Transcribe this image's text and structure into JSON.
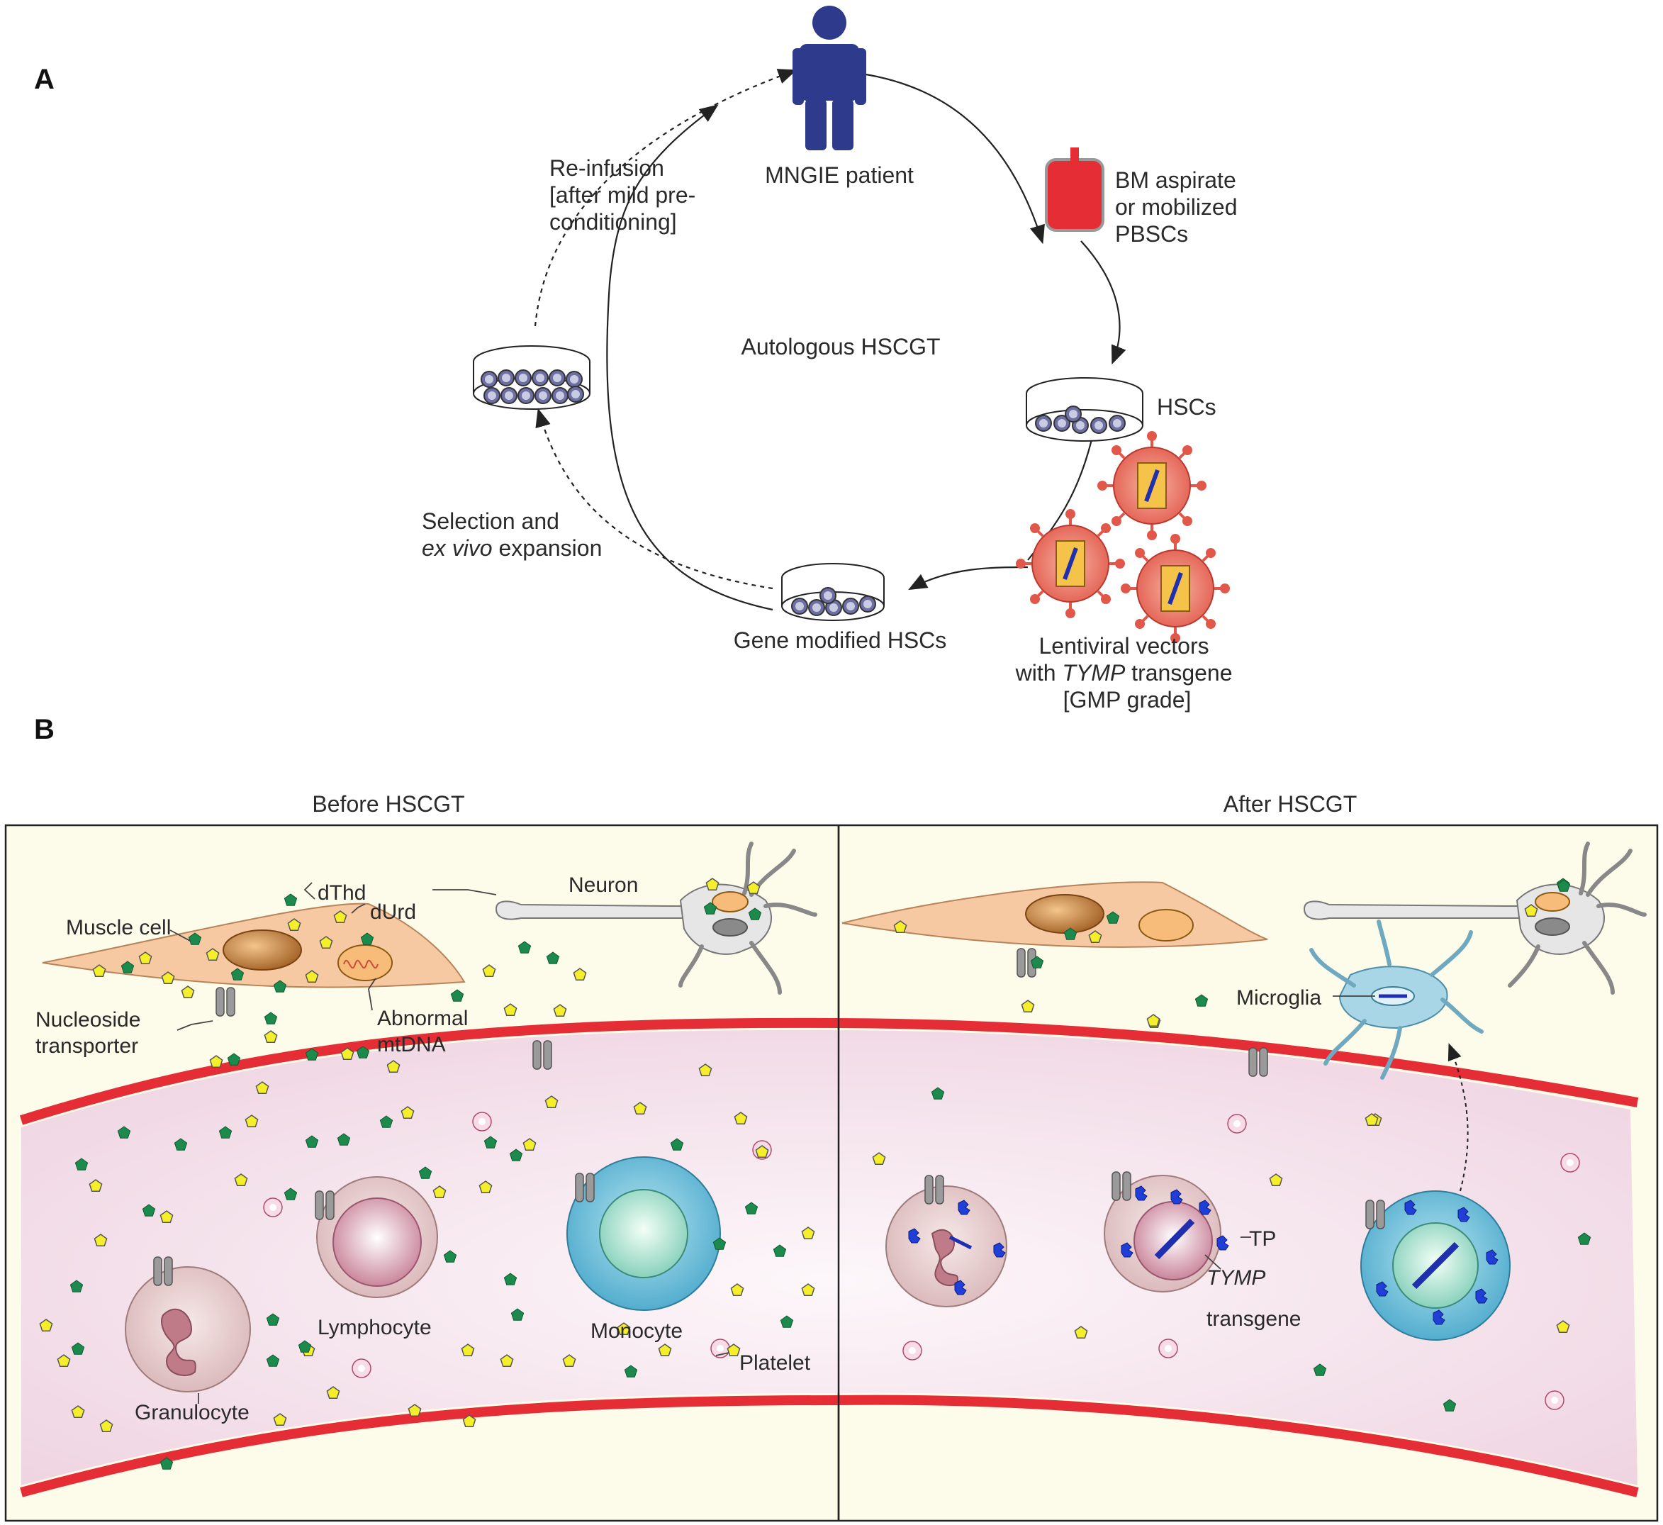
{
  "panel_a": {
    "letter": "A",
    "center_label": "Autologous HSCGT",
    "patient": "MNGIE patient",
    "bm": [
      "BM aspirate",
      "or mobilized",
      "PBSCs"
    ],
    "hscs": "HSCs",
    "lentiviral": [
      "Lentiviral vectors",
      "with ",
      "TYMP",
      " transgene",
      "[GMP grade]"
    ],
    "gene_modified": "Gene modified HSCs",
    "selection": [
      "Selection and",
      "ex vivo",
      " expansion"
    ],
    "reinfusion": [
      "Re-infusion",
      "[after mild pre-",
      "conditioning]"
    ]
  },
  "panel_b": {
    "letter": "B",
    "before_title": "Before HSCGT",
    "after_title": "After HSCGT",
    "labels": {
      "muscle_cell": "Muscle cell",
      "dthd": "dThd",
      "durd": "dUrd",
      "neuron": "Neuron",
      "nucleoside": [
        "Nucleoside",
        "transporter"
      ],
      "abnormal": [
        "Abnormal",
        "mtDNA"
      ],
      "lymphocyte": "Lymphocyte",
      "monocyte": "Monocyte",
      "granulocyte": "Granulocyte",
      "platelet": "Platelet",
      "microglia": "Microglia",
      "tp": "TP",
      "tymp": [
        "TYMP",
        "transgene"
      ]
    }
  },
  "colors": {
    "patient": "#2e3a8c",
    "blood_bag": "#e52d35",
    "vessel_wall": "#e52d35",
    "vessel_fill": "#f6e6ee",
    "background_b": "#fdfbe9",
    "dthd_yellow": "#f5ee2a",
    "durd_green": "#1b8a4c",
    "muscle": "#f7c9a2",
    "monocyte": "#5fb3d0",
    "virus": "#e56a5a"
  }
}
